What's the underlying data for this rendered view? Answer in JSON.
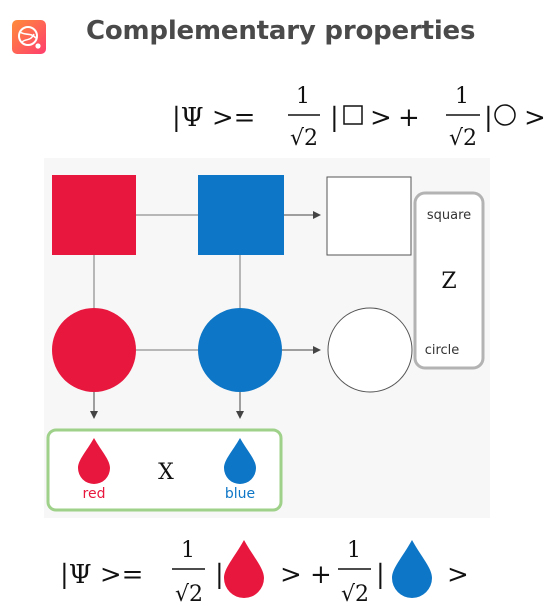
{
  "header": {
    "title": "Complementary properties",
    "logo_icon": "globe-sparkle-icon",
    "accent_color": "#ff5a4e"
  },
  "equation_top": {
    "lhs": "|Ψ >=",
    "numerator": "1",
    "denominator": "√2",
    "ket_open": "|",
    "ket_close": ">",
    "plus": "+",
    "ket1_symbol": "square-outline-icon",
    "ket2_symbol": "circle-outline-icon"
  },
  "diagram": {
    "colors": {
      "red": "#e8173e",
      "blue": "#0e76c6",
      "green": "#9fd18a",
      "gray": "#b3b3b3"
    },
    "z_box": {
      "top_label": "square",
      "center_label": "Z",
      "bottom_label": "circle"
    },
    "x_box": {
      "left_label": "red",
      "center_label": "X",
      "right_label": "blue"
    }
  },
  "equation_bottom": {
    "lhs": "|Ψ >=",
    "numerator": "1",
    "denominator": "√2",
    "ket_open": "|",
    "ket_close": ">",
    "plus": "+",
    "ket1_symbol": "red-drop-icon",
    "ket2_symbol": "blue-drop-icon"
  }
}
